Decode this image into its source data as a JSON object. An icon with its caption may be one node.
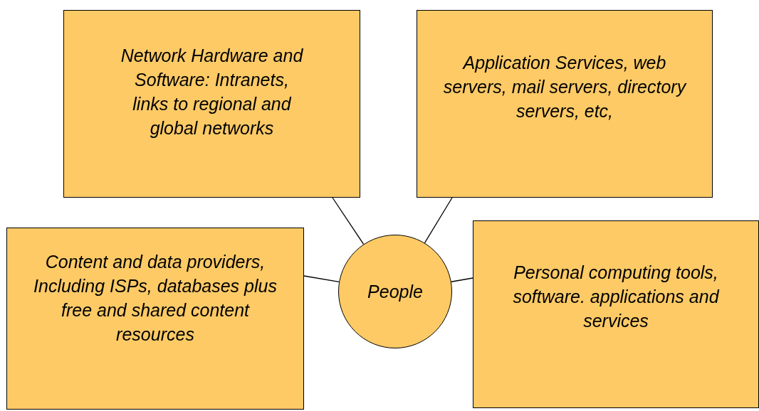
{
  "diagram": {
    "nodes": [
      {
        "text": [
          "Network Hardware and Software: Intranets,  links to regional and global networks"
        ]
      },
      {
        "text": [
          "Application Services, web servers, mail servers, directory servers, etc,"
        ]
      },
      {
        "text": [
          "Content and data providers, Including ISPs, databases plus free and shared content resources"
        ]
      },
      {
        "text": [
          "People"
        ]
      },
      {
        "text": [
          "Personal computing tools, software. applications and services"
        ]
      }
    ],
    "edges": [
      {
        "from": 0,
        "to": 3,
        "arrow": "none"
      },
      {
        "from": 1,
        "to": 3,
        "arrow": "none"
      },
      {
        "from": 2,
        "to": 3,
        "arrow": "none"
      },
      {
        "from": 4,
        "to": 3,
        "arrow": "none"
      }
    ]
  }
}
